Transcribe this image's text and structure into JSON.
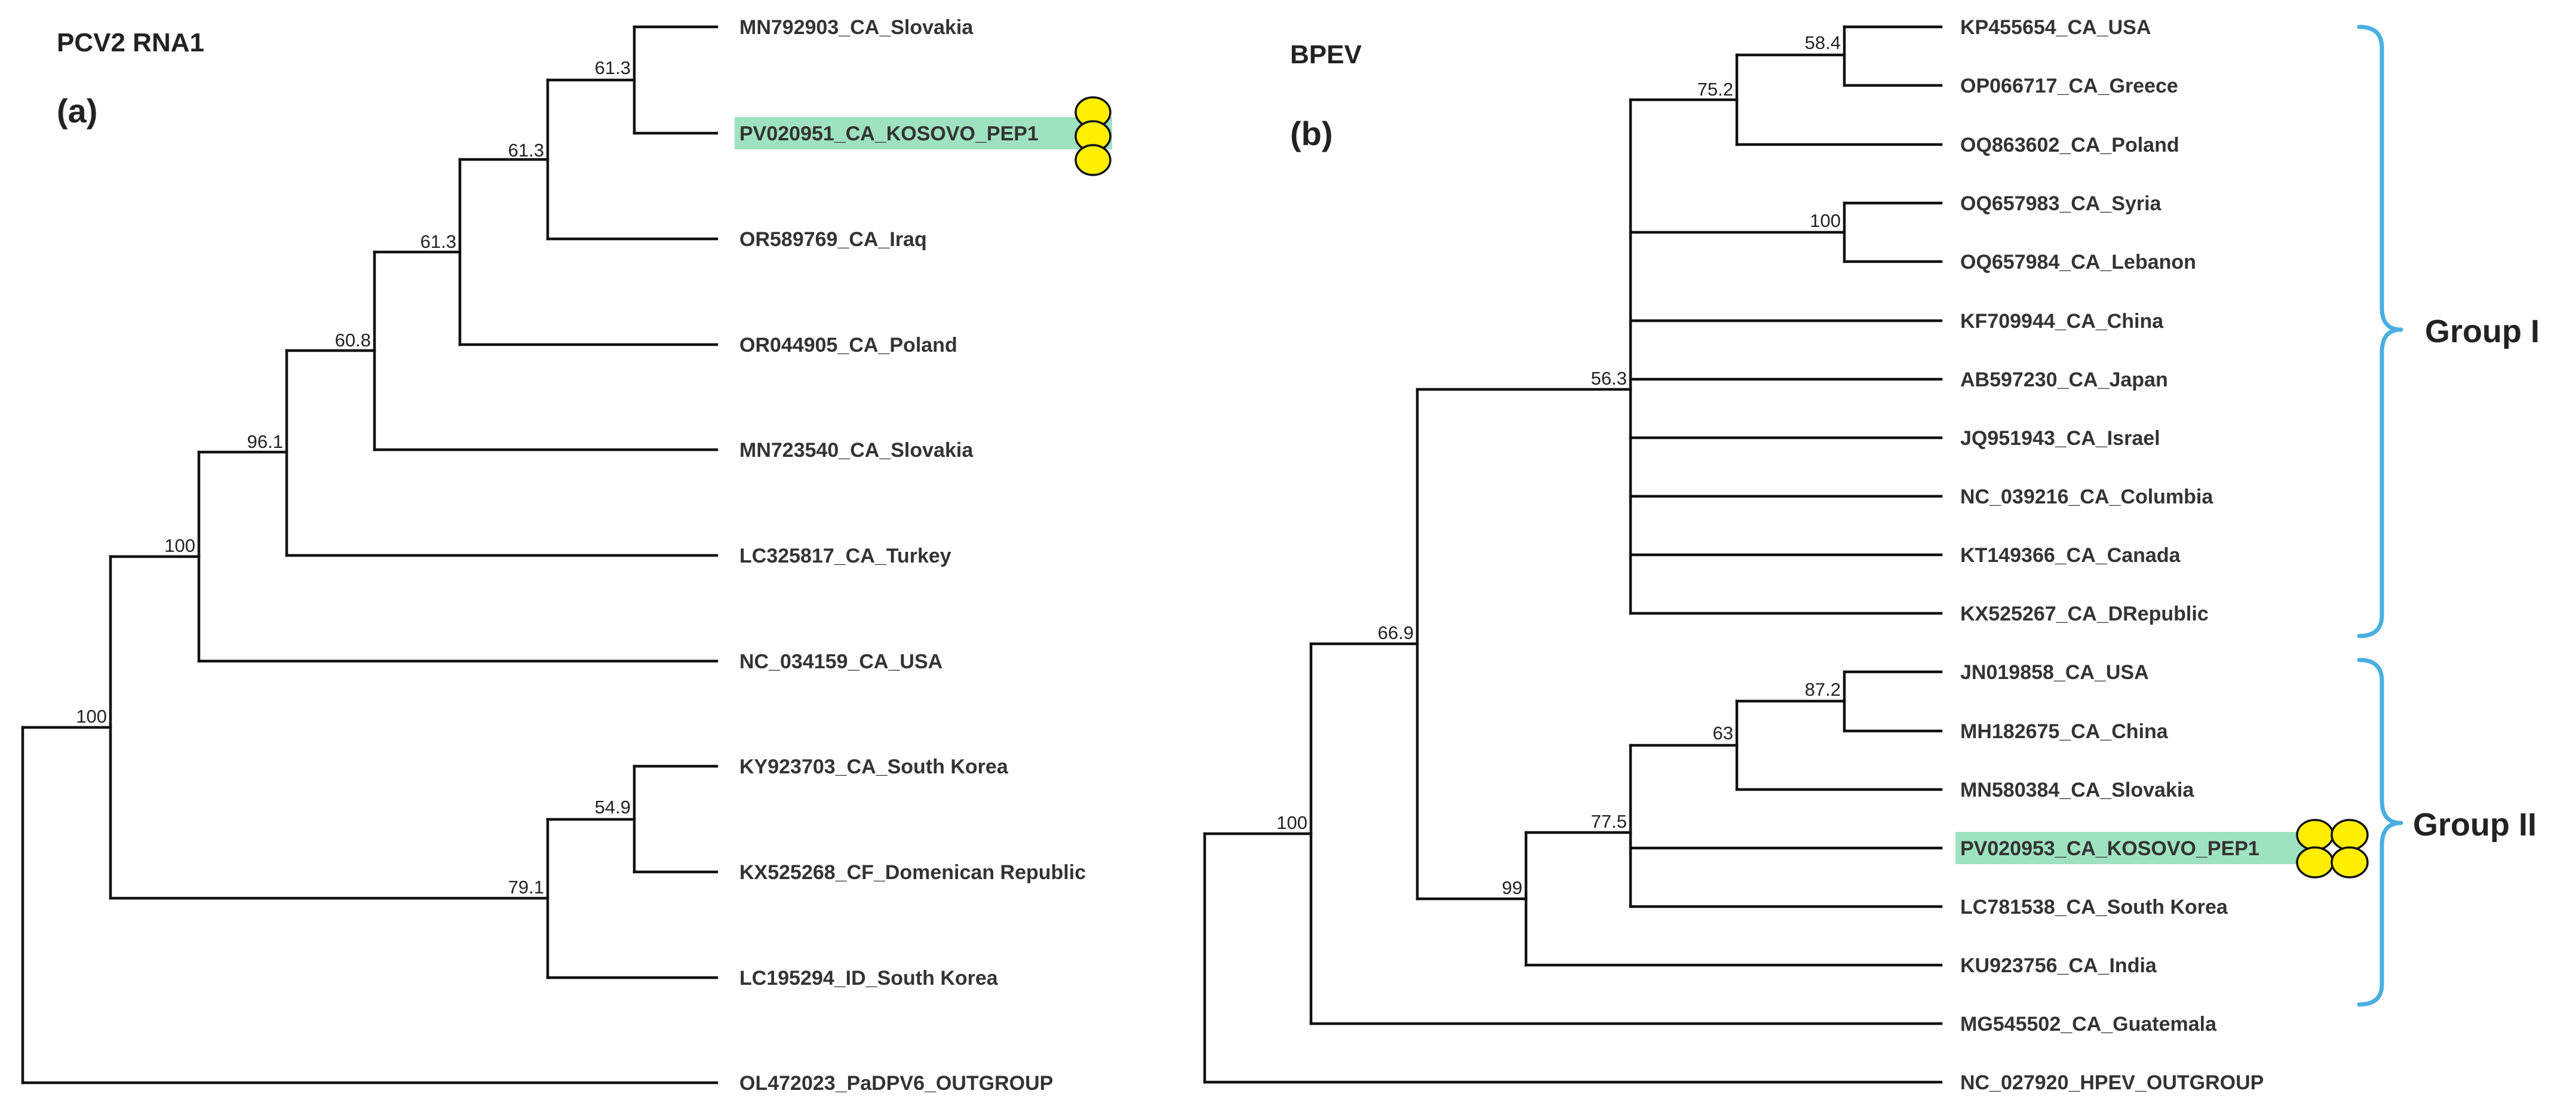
{
  "panel_a": {
    "title": "PCV2 RNA1",
    "letter": "(a)",
    "leaves": [
      "MN792903_CA_Slovakia",
      "PV020951_CA_KOSOVO_PEP1",
      "OR589769_CA_Iraq",
      "OR044905_CA_Poland",
      "MN723540_CA_Slovakia",
      "LC325817_CA_Turkey",
      "NC_034159_CA_USA",
      "KY923703_CA_South Korea",
      "KX525268_CF_Domenican Republic",
      "LC195294_ID_South Korea",
      "OL472023_PaDPV6_OUTGROUP"
    ],
    "supports": [
      "61.3",
      "61.3",
      "61.3",
      "60.8",
      "96.1",
      "100",
      "54.9",
      "79.1",
      "100"
    ],
    "highlighted_leaf": "PV020951_CA_KOSOVO_PEP1",
    "highlight_color": "#9fe2bf",
    "marker_color": "#ffee00"
  },
  "panel_b": {
    "title": "BPEV",
    "letter": "(b)",
    "leaves": [
      "KP455654_CA_USA",
      "OP066717_CA_Greece",
      "OQ863602_CA_Poland",
      "OQ657983_CA_Syria",
      "OQ657984_CA_Lebanon",
      "KF709944_CA_China",
      "AB597230_CA_Japan",
      "JQ951943_CA_Israel",
      "NC_039216_CA_Columbia",
      "KT149366_CA_Canada",
      "KX525267_CA_DRepublic",
      "JN019858_CA_USA",
      "MH182675_CA_China",
      "MN580384_CA_Slovakia",
      "PV020953_CA_KOSOVO_PEP1",
      "LC781538_CA_South Korea",
      "KU923756_CA_India",
      "MG545502_CA_Guatemala",
      "NC_027920_HPEV_OUTGROUP"
    ],
    "supports": [
      "58.4",
      "75.2",
      "100",
      "56.3",
      "87.2",
      "63",
      "77.5",
      "99",
      "66.9",
      "100"
    ],
    "groups": [
      "Group I",
      "Group II"
    ],
    "highlighted_leaf": "PV020953_CA_KOSOVO_PEP1",
    "bracket_color": "#4aaee0"
  }
}
